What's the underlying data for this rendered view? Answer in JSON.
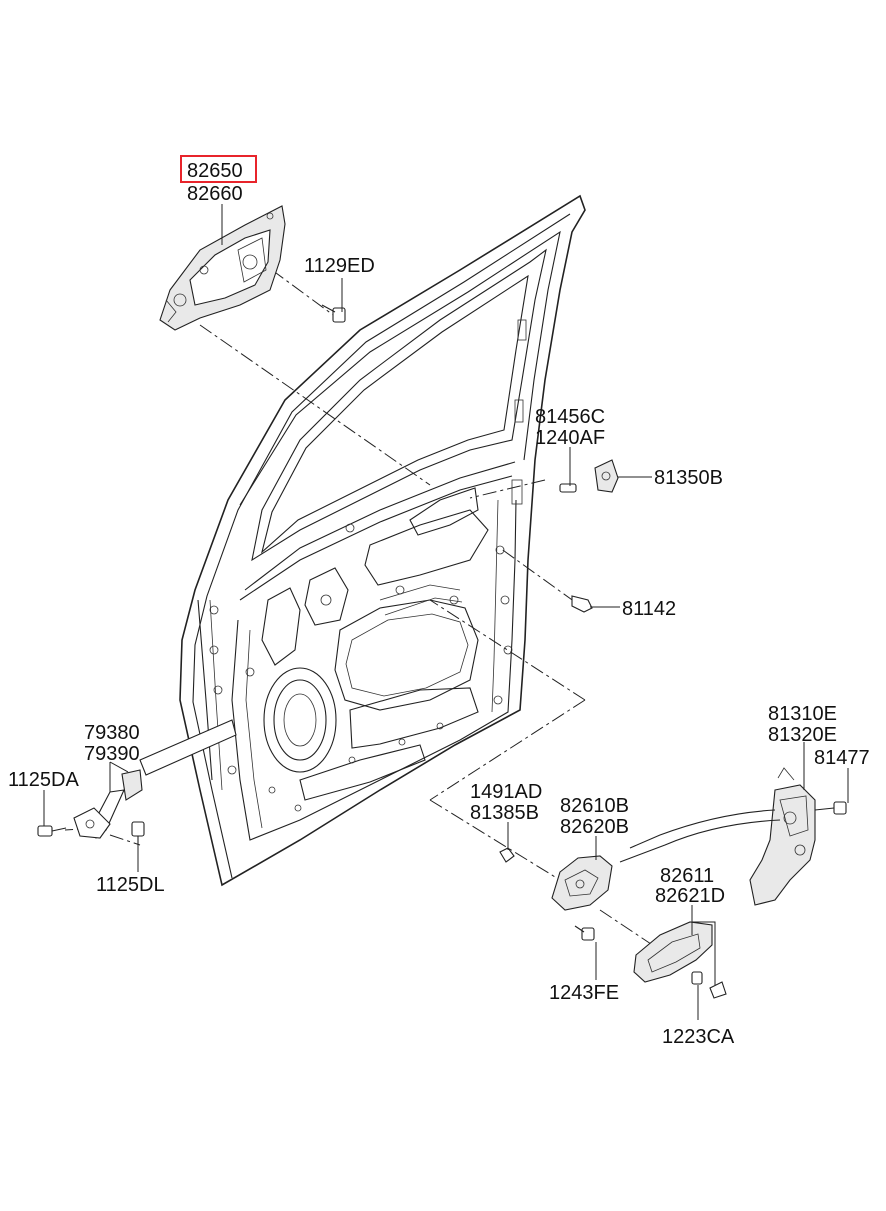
{
  "highlight_color": "#e8242b",
  "callouts": {
    "c82650": "82650",
    "c82660": "82660",
    "c1129ED": "1129ED",
    "c81456C": "81456C",
    "c1240AF": "1240AF",
    "c81350B": "81350B",
    "c81142": "81142",
    "c79380": "79380",
    "c79390": "79390",
    "c1125DA": "1125DA",
    "c1125DL": "1125DL",
    "c81310E": "81310E",
    "c81320E": "81320E",
    "c81477": "81477",
    "c1491AD": "1491AD",
    "c81385B": "81385B",
    "c82610B": "82610B",
    "c82620B": "82620B",
    "c82611": "82611",
    "c82621D": "82621D",
    "c1243FE": "1243FE",
    "c1223CA": "1223CA"
  }
}
